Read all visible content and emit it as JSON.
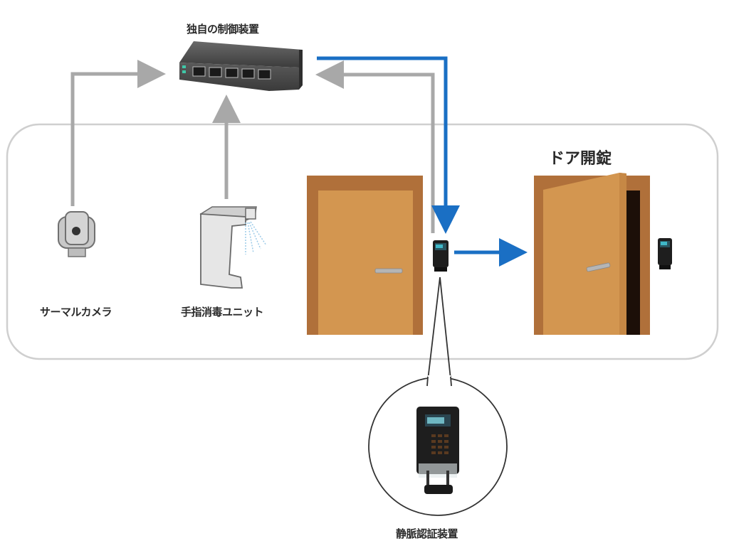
{
  "title": "静脈認証によるドア開錠システム構成図",
  "labels": {
    "controller": "独自の制御装置",
    "thermal_camera": "サーマルカメラ",
    "sanitizer_unit": "手指消毒ユニット",
    "door_unlock": "ドア開錠",
    "vein_auth_device": "静脈認証装置"
  },
  "colors": {
    "signal_arrow_gray": "#a8a8a8",
    "control_arrow_blue": "#1a6fc4",
    "door_frame": "#b0703a",
    "door_panel": "#d39650",
    "door_gap": "#1c0f08",
    "enclosure_border": "#cfcfcf",
    "device_dark": "#1e1e1e",
    "screen_teal": "#3fb8c8"
  },
  "flows": [
    {
      "from": "thermal_camera",
      "to": "controller",
      "type": "signal"
    },
    {
      "from": "sanitizer_unit",
      "to": "controller",
      "type": "signal"
    },
    {
      "from": "vein_auth_device",
      "to": "controller",
      "type": "signal"
    },
    {
      "from": "controller",
      "to": "vein_auth_device",
      "type": "control"
    },
    {
      "from": "vein_auth_device",
      "to": "door_unlock",
      "type": "control"
    }
  ]
}
